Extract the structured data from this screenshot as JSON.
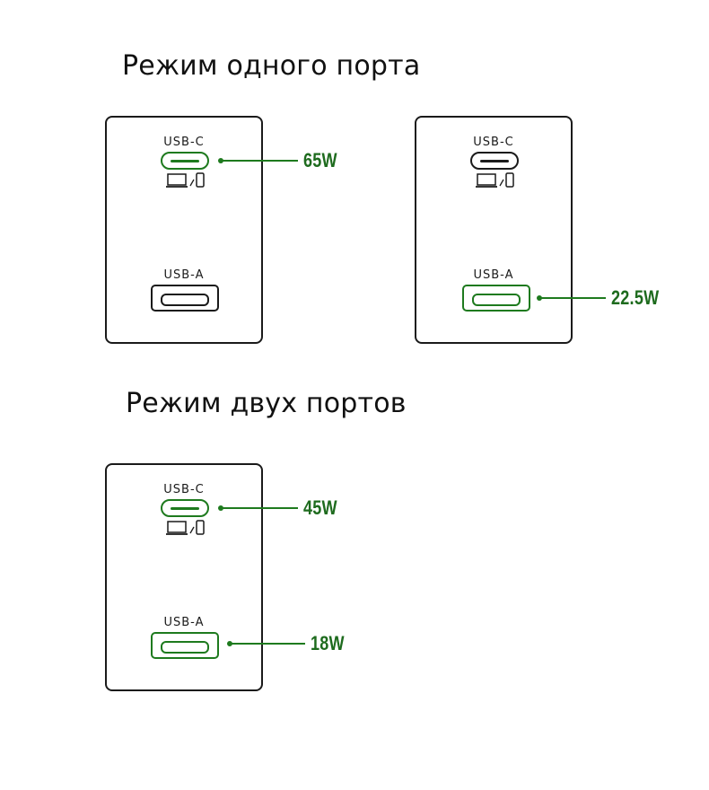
{
  "colors": {
    "accent": "#1e7a1e",
    "outline": "#1a1a1a",
    "background": "#ffffff"
  },
  "sections": [
    {
      "title": "Режим одного порта",
      "chargers": [
        {
          "usb_c_label": "USB-C",
          "usb_a_label": "USB-A",
          "active_port": "usb-c",
          "power": "65W"
        },
        {
          "usb_c_label": "USB-C",
          "usb_a_label": "USB-A",
          "active_port": "usb-a",
          "power": "22.5W"
        }
      ]
    },
    {
      "title": "Режим двух портов",
      "chargers": [
        {
          "usb_c_label": "USB-C",
          "usb_a_label": "USB-A",
          "active_port": "both",
          "usb_c_power": "45W",
          "usb_a_power": "18W"
        }
      ]
    }
  ],
  "icons": {
    "device": "laptop-phone-icon"
  }
}
